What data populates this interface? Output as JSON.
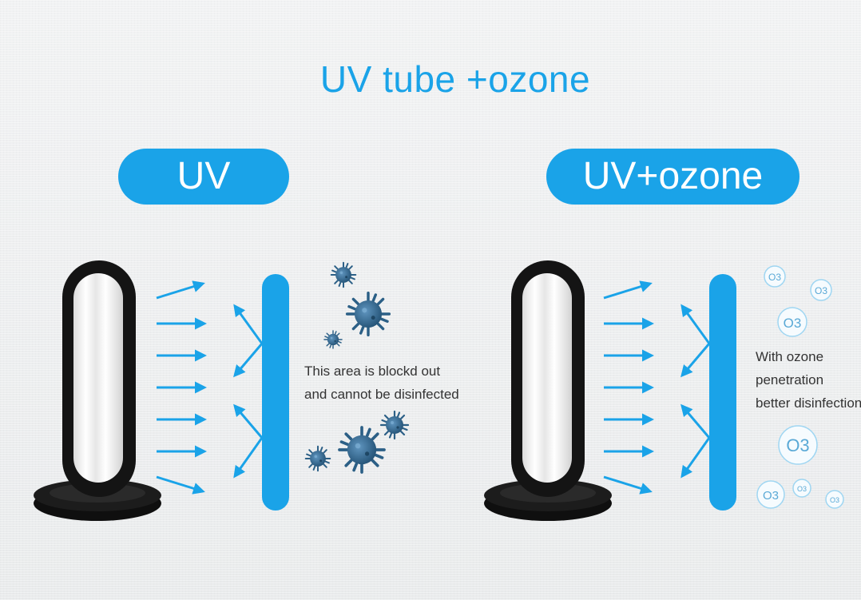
{
  "title": "UV tube +ozone",
  "left_panel": {
    "label": "UV",
    "note_line1": "This area is blockd out",
    "note_line2": "and cannot be disinfected"
  },
  "right_panel": {
    "label": "UV+ozone",
    "note_line1": "With ozone",
    "note_line2": "penetration",
    "note_line3": "better disinfection",
    "molecule_label": "O3"
  },
  "colors": {
    "accent": "#1aa3e8",
    "virus": "#2b5f86",
    "lamp": "#141414"
  }
}
